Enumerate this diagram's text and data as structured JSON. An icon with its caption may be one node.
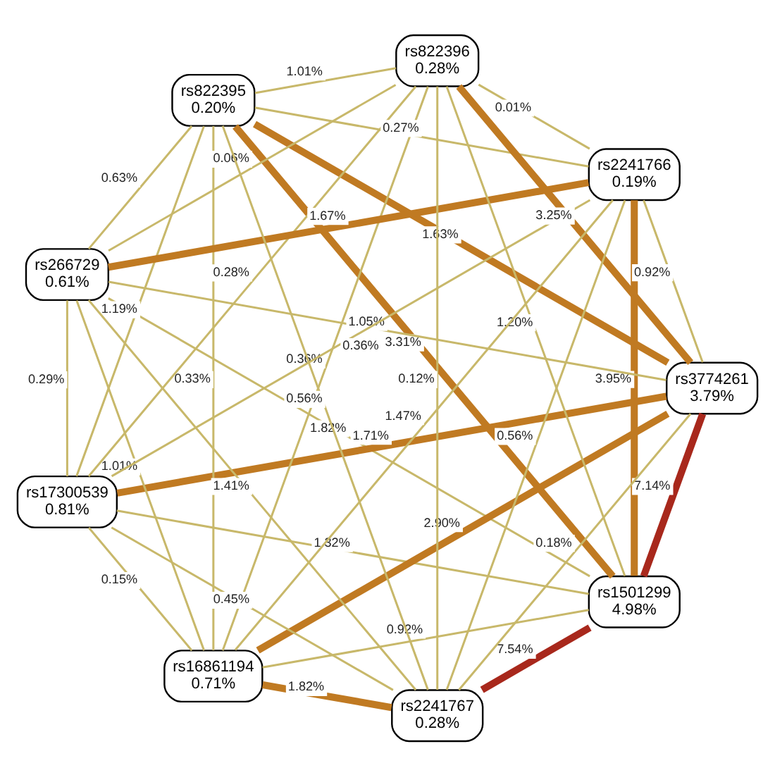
{
  "diagram": {
    "nodes": [
      {
        "text": [
          "rs1501299",
          "4.98%"
        ]
      },
      {
        "text": [
          "rs3774261",
          "3.79%"
        ]
      },
      {
        "text": [
          "rs16861194",
          "0.71%"
        ]
      },
      {
        "text": [
          "rs17300539",
          "0.81%"
        ]
      },
      {
        "text": [
          "rs266729",
          "0.61%"
        ]
      },
      {
        "text": [
          "rs822395",
          "0.20%"
        ]
      },
      {
        "text": [
          "rs822396",
          "0.28%"
        ]
      },
      {
        "text": [
          "rs2241766",
          "0.19%"
        ]
      },
      {
        "text": [
          "rs2241767",
          "0.28%"
        ]
      }
    ],
    "edges": [
      {
        "from": 1,
        "to": 2,
        "arrow": "none",
        "label": "2.90%",
        "style": "thick",
        "color": "#c07a22"
      },
      {
        "from": 2,
        "to": 3,
        "arrow": "none",
        "label": "0.15%"
      },
      {
        "from": 3,
        "to": 4,
        "arrow": "none",
        "label": "0.29%"
      },
      {
        "from": 4,
        "to": 5,
        "arrow": "none",
        "label": "0.63%"
      },
      {
        "from": 5,
        "to": 6,
        "arrow": "none",
        "label": "1.01%"
      },
      {
        "from": 6,
        "to": 7,
        "arrow": "none",
        "label": "0.01%"
      },
      {
        "from": 7,
        "to": 8,
        "arrow": "none",
        "label": "0.56%"
      },
      {
        "from": 8,
        "to": 0,
        "arrow": "none",
        "label": "7.54%",
        "style": "thick",
        "color": "#a8281c"
      },
      {
        "from": 0,
        "to": 2,
        "arrow": "none",
        "label": "0.92%"
      },
      {
        "from": 1,
        "to": 3,
        "arrow": "none",
        "label": "1.71%",
        "style": "thick",
        "color": "#c07a22"
      },
      {
        "from": 2,
        "to": 4,
        "arrow": "none",
        "label": "1.01%"
      },
      {
        "from": 3,
        "to": 5,
        "arrow": "none",
        "label": "1.19%"
      },
      {
        "from": 4,
        "to": 6,
        "arrow": "none",
        "label": "0.06%"
      },
      {
        "from": 5,
        "to": 7,
        "arrow": "none",
        "label": "0.27%"
      },
      {
        "from": 6,
        "to": 8,
        "arrow": "none",
        "label": "0.12%"
      },
      {
        "from": 0,
        "to": 7,
        "arrow": "none",
        "label": "3.95%",
        "style": "thick",
        "color": "#c07a22"
      },
      {
        "from": 8,
        "to": 1,
        "arrow": "none",
        "label": "0.18%"
      },
      {
        "from": 0,
        "to": 3,
        "arrow": "none",
        "label": "1.32%"
      },
      {
        "from": 1,
        "to": 4,
        "arrow": "none",
        "label": "1.05%"
      },
      {
        "from": 2,
        "to": 5,
        "arrow": "none",
        "label": "0.33%"
      },
      {
        "from": 3,
        "to": 6,
        "arrow": "none",
        "label": "0.28%"
      },
      {
        "from": 5,
        "to": 8,
        "arrow": "none",
        "label": "0.56%"
      },
      {
        "from": 6,
        "to": 0,
        "arrow": "none",
        "label": "1.20%"
      },
      {
        "from": 7,
        "to": 1,
        "arrow": "none",
        "label": "0.92%"
      },
      {
        "from": 8,
        "to": 2,
        "arrow": "none",
        "label": "1.82%",
        "style": "thick",
        "color": "#c07a22"
      },
      {
        "from": 0,
        "to": 4,
        "arrow": "none",
        "label": "1.82%"
      },
      {
        "from": 1,
        "to": 5,
        "arrow": "none",
        "label": "1.63%",
        "style": "thick",
        "color": "#c07a22"
      },
      {
        "from": 2,
        "to": 6,
        "arrow": "none",
        "label": "0.36%"
      },
      {
        "from": 3,
        "to": 7,
        "arrow": "none",
        "label": "0.36%"
      },
      {
        "from": 4,
        "to": 8,
        "arrow": "none",
        "label": "1.41%"
      },
      {
        "from": 0,
        "to": 5,
        "arrow": "none",
        "label": "3.31%",
        "style": "thick",
        "color": "#c07a22"
      },
      {
        "from": 6,
        "to": 1,
        "arrow": "none",
        "label": "3.25%",
        "style": "thick",
        "color": "#c07a22"
      },
      {
        "from": 7,
        "to": 2,
        "arrow": "none",
        "label": "1.47%"
      },
      {
        "from": 8,
        "to": 3,
        "arrow": "none",
        "label": "0.45%"
      },
      {
        "from": 4,
        "to": 7,
        "arrow": "none",
        "label": "1.67%",
        "style": "thick",
        "color": "#c07a22"
      },
      {
        "from": 1,
        "to": 0,
        "arrow": "none",
        "label": "7.14%",
        "style": "thick",
        "color": "#a8281c"
      }
    ]
  }
}
